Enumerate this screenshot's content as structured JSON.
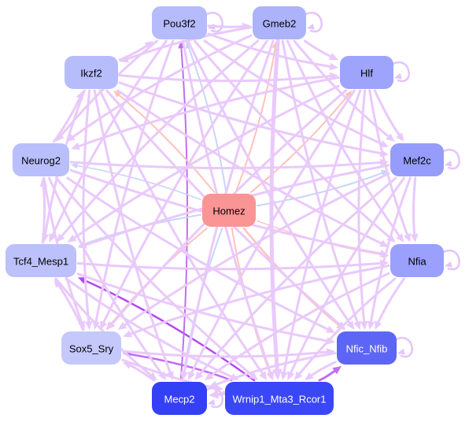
{
  "colors": {
    "edge_default": "#e9c9fb",
    "edge_self_loop": "#e4c4fa",
    "edge_red": "#ffc2bb",
    "edge_blue": "#c8d5f7",
    "edge_purple": "#c26cf4",
    "edge_purple_strong": "#b448f0"
  },
  "nodes": [
    {
      "id": "Pou3f2",
      "label": "Pou3f2",
      "color": "#b5bbfb",
      "text_color": "#000000"
    },
    {
      "id": "Gmeb2",
      "label": "Gmeb2",
      "color": "#adb3fb",
      "text_color": "#000000"
    },
    {
      "id": "Ikzf2",
      "label": "Ikzf2",
      "color": "#b7bdfb",
      "text_color": "#000000"
    },
    {
      "id": "Hlf",
      "label": "Hlf",
      "color": "#9ea4fb",
      "text_color": "#000000"
    },
    {
      "id": "Neurog2",
      "label": "Neurog2",
      "color": "#b9bffb",
      "text_color": "#000000"
    },
    {
      "id": "Mef2c",
      "label": "Mef2c",
      "color": "#969cfb",
      "text_color": "#000000"
    },
    {
      "id": "Homez",
      "label": "Homez",
      "color": "#fb9494",
      "text_color": "#000000"
    },
    {
      "id": "Tcf4_Mesp1",
      "label": "Tcf4_Mesp1",
      "color": "#bcc1fb",
      "text_color": "#000000"
    },
    {
      "id": "Nfia",
      "label": "Nfia",
      "color": "#9aa0fb",
      "text_color": "#000000"
    },
    {
      "id": "Sox5_Sry",
      "label": "Sox5_Sry",
      "color": "#c5c8fb",
      "text_color": "#000000"
    },
    {
      "id": "Nfic_Nfib",
      "label": "Nfic_Nfib",
      "color": "#5d66f4",
      "text_color": "#ffffff"
    },
    {
      "id": "Mecp2",
      "label": "Mecp2",
      "color": "#3440f5",
      "text_color": "#ffffff"
    },
    {
      "id": "Wrnip1_Mta3_Rcor1",
      "label": "Wrnip1_Mta3_Rcor1",
      "color": "#3a47f7",
      "text_color": "#ffffff"
    }
  ],
  "self_loops": [
    "Pou3f2",
    "Gmeb2",
    "Hlf",
    "Mef2c",
    "Nfia",
    "Nfic_Nfib",
    "Mecp2"
  ],
  "edges": [
    {
      "from": "Wrnip1_Mta3_Rcor1",
      "to": "Tcf4_Mesp1",
      "color": "purple_strong",
      "weight": 2.5
    },
    {
      "from": "Mecp2",
      "to": "Pou3f2",
      "color": "purple",
      "weight": 2
    },
    {
      "from": "Wrnip1_Mta3_Rcor1",
      "to": "Sox5_Sry",
      "color": "purple",
      "weight": 2.5
    },
    {
      "from": "Wrnip1_Mta3_Rcor1",
      "to": "Nfic_Nfib",
      "color": "purple",
      "weight": 3
    },
    {
      "from": "Homez",
      "to": "Nfic_Nfib",
      "color": "red",
      "weight": 2.5
    },
    {
      "from": "Homez",
      "to": "Sox5_Sry",
      "color": "red",
      "weight": 2
    },
    {
      "from": "Homez",
      "to": "Ikzf2",
      "color": "red",
      "weight": 2
    },
    {
      "from": "Homez",
      "to": "Hlf",
      "color": "red",
      "weight": 2
    },
    {
      "from": "Homez",
      "to": "Mef2c",
      "color": "blue",
      "weight": 2
    },
    {
      "from": "Homez",
      "to": "Tcf4_Mesp1",
      "color": "blue",
      "weight": 2
    },
    {
      "from": "Homez",
      "to": "Pou3f2",
      "color": "blue",
      "weight": 2
    },
    {
      "from": "Homez",
      "to": "Gmeb2",
      "color": "red",
      "weight": 2
    },
    {
      "from": "Homez",
      "to": "Mecp2",
      "color": "blue",
      "weight": 2
    },
    {
      "from": "Homez",
      "to": "Wrnip1_Mta3_Rcor1",
      "color": "red",
      "weight": 2
    },
    {
      "from": "Homez",
      "to": "Nfia",
      "color": "red",
      "weight": 1.5
    },
    {
      "from": "Homez",
      "to": "Neurog2",
      "color": "blue",
      "weight": 1.5
    },
    {
      "from": "Pou3f2",
      "to": "Gmeb2",
      "color": "default",
      "weight": 3
    },
    {
      "from": "Gmeb2",
      "to": "Hlf",
      "color": "default",
      "weight": 3
    },
    {
      "from": "Hlf",
      "to": "Mef2c",
      "color": "default",
      "weight": 3
    },
    {
      "from": "Mef2c",
      "to": "Nfia",
      "color": "default",
      "weight": 3
    },
    {
      "from": "Nfia",
      "to": "Nfic_Nfib",
      "color": "default",
      "weight": 3
    },
    {
      "from": "Nfic_Nfib",
      "to": "Wrnip1_Mta3_Rcor1",
      "color": "default",
      "weight": 3
    },
    {
      "from": "Wrnip1_Mta3_Rcor1",
      "to": "Mecp2",
      "color": "default",
      "weight": 4
    },
    {
      "from": "Mecp2",
      "to": "Sox5_Sry",
      "color": "default",
      "weight": 3
    },
    {
      "from": "Sox5_Sry",
      "to": "Tcf4_Mesp1",
      "color": "default",
      "weight": 3
    },
    {
      "from": "Tcf4_Mesp1",
      "to": "Neurog2",
      "color": "default",
      "weight": 3
    },
    {
      "from": "Neurog2",
      "to": "Ikzf2",
      "color": "default",
      "weight": 3
    },
    {
      "from": "Ikzf2",
      "to": "Pou3f2",
      "color": "default",
      "weight": 3
    },
    {
      "from": "Pou3f2",
      "to": "Hlf",
      "color": "default",
      "weight": 3
    },
    {
      "from": "Pou3f2",
      "to": "Mef2c",
      "color": "default",
      "weight": 3
    },
    {
      "from": "Pou3f2",
      "to": "Nfia",
      "color": "default",
      "weight": 3
    },
    {
      "from": "Pou3f2",
      "to": "Nfic_Nfib",
      "color": "default",
      "weight": 3
    },
    {
      "from": "Pou3f2",
      "to": "Wrnip1_Mta3_Rcor1",
      "color": "default",
      "weight": 3
    },
    {
      "from": "Pou3f2",
      "to": "Sox5_Sry",
      "color": "default",
      "weight": 3
    },
    {
      "from": "Pou3f2",
      "to": "Tcf4_Mesp1",
      "color": "default",
      "weight": 3
    },
    {
      "from": "Pou3f2",
      "to": "Neurog2",
      "color": "default",
      "weight": 3
    },
    {
      "from": "Gmeb2",
      "to": "Ikzf2",
      "color": "default",
      "weight": 3
    },
    {
      "from": "Gmeb2",
      "to": "Mef2c",
      "color": "default",
      "weight": 3
    },
    {
      "from": "Gmeb2",
      "to": "Nfia",
      "color": "default",
      "weight": 3
    },
    {
      "from": "Gmeb2",
      "to": "Nfic_Nfib",
      "color": "default",
      "weight": 3
    },
    {
      "from": "Gmeb2",
      "to": "Wrnip1_Mta3_Rcor1",
      "color": "default",
      "weight": 5
    },
    {
      "from": "Gmeb2",
      "to": "Mecp2",
      "color": "default",
      "weight": 3
    },
    {
      "from": "Gmeb2",
      "to": "Sox5_Sry",
      "color": "default",
      "weight": 3
    },
    {
      "from": "Gmeb2",
      "to": "Tcf4_Mesp1",
      "color": "default",
      "weight": 3
    },
    {
      "from": "Gmeb2",
      "to": "Neurog2",
      "color": "default",
      "weight": 3
    },
    {
      "from": "Ikzf2",
      "to": "Hlf",
      "color": "default",
      "weight": 3
    },
    {
      "from": "Ikzf2",
      "to": "Mef2c",
      "color": "default",
      "weight": 3
    },
    {
      "from": "Ikzf2",
      "to": "Nfia",
      "color": "default",
      "weight": 3
    },
    {
      "from": "Ikzf2",
      "to": "Nfic_Nfib",
      "color": "default",
      "weight": 3
    },
    {
      "from": "Ikzf2",
      "to": "Wrnip1_Mta3_Rcor1",
      "color": "default",
      "weight": 3
    },
    {
      "from": "Ikzf2",
      "to": "Mecp2",
      "color": "default",
      "weight": 3
    },
    {
      "from": "Ikzf2",
      "to": "Sox5_Sry",
      "color": "default",
      "weight": 3
    },
    {
      "from": "Ikzf2",
      "to": "Tcf4_Mesp1",
      "color": "default",
      "weight": 3
    },
    {
      "from": "Hlf",
      "to": "Nfia",
      "color": "default",
      "weight": 3
    },
    {
      "from": "Hlf",
      "to": "Nfic_Nfib",
      "color": "default",
      "weight": 3
    },
    {
      "from": "Hlf",
      "to": "Wrnip1_Mta3_Rcor1",
      "color": "default",
      "weight": 3
    },
    {
      "from": "Hlf",
      "to": "Mecp2",
      "color": "default",
      "weight": 3
    },
    {
      "from": "Hlf",
      "to": "Sox5_Sry",
      "color": "default",
      "weight": 3
    },
    {
      "from": "Hlf",
      "to": "Tcf4_Mesp1",
      "color": "default",
      "weight": 3
    },
    {
      "from": "Hlf",
      "to": "Neurog2",
      "color": "default",
      "weight": 3
    },
    {
      "from": "Neurog2",
      "to": "Mef2c",
      "color": "default",
      "weight": 3
    },
    {
      "from": "Neurog2",
      "to": "Nfia",
      "color": "default",
      "weight": 3
    },
    {
      "from": "Neurog2",
      "to": "Nfic_Nfib",
      "color": "default",
      "weight": 3
    },
    {
      "from": "Neurog2",
      "to": "Wrnip1_Mta3_Rcor1",
      "color": "default",
      "weight": 3
    },
    {
      "from": "Neurog2",
      "to": "Mecp2",
      "color": "default",
      "weight": 3
    },
    {
      "from": "Neurog2",
      "to": "Sox5_Sry",
      "color": "default",
      "weight": 3
    },
    {
      "from": "Mef2c",
      "to": "Nfic_Nfib",
      "color": "default",
      "weight": 3
    },
    {
      "from": "Mef2c",
      "to": "Wrnip1_Mta3_Rcor1",
      "color": "default",
      "weight": 3
    },
    {
      "from": "Mef2c",
      "to": "Mecp2",
      "color": "default",
      "weight": 3
    },
    {
      "from": "Mef2c",
      "to": "Sox5_Sry",
      "color": "default",
      "weight": 3
    },
    {
      "from": "Mef2c",
      "to": "Tcf4_Mesp1",
      "color": "default",
      "weight": 3
    },
    {
      "from": "Tcf4_Mesp1",
      "to": "Nfia",
      "color": "default",
      "weight": 3
    },
    {
      "from": "Tcf4_Mesp1",
      "to": "Nfic_Nfib",
      "color": "default",
      "weight": 3
    },
    {
      "from": "Tcf4_Mesp1",
      "to": "Mecp2",
      "color": "default",
      "weight": 3
    },
    {
      "from": "Nfia",
      "to": "Wrnip1_Mta3_Rcor1",
      "color": "default",
      "weight": 3
    },
    {
      "from": "Nfia",
      "to": "Mecp2",
      "color": "default",
      "weight": 3
    },
    {
      "from": "Nfia",
      "to": "Sox5_Sry",
      "color": "default",
      "weight": 3
    },
    {
      "from": "Sox5_Sry",
      "to": "Nfic_Nfib",
      "color": "default",
      "weight": 3
    },
    {
      "from": "Sox5_Sry",
      "to": "Wrnip1_Mta3_Rcor1",
      "color": "default",
      "weight": 3
    },
    {
      "from": "Nfic_Nfib",
      "to": "Mecp2",
      "color": "default",
      "weight": 3
    },
    {
      "from": "Tcf4_Mesp1",
      "to": "Wrnip1_Mta3_Rcor1",
      "color": "default",
      "weight": 3
    }
  ]
}
